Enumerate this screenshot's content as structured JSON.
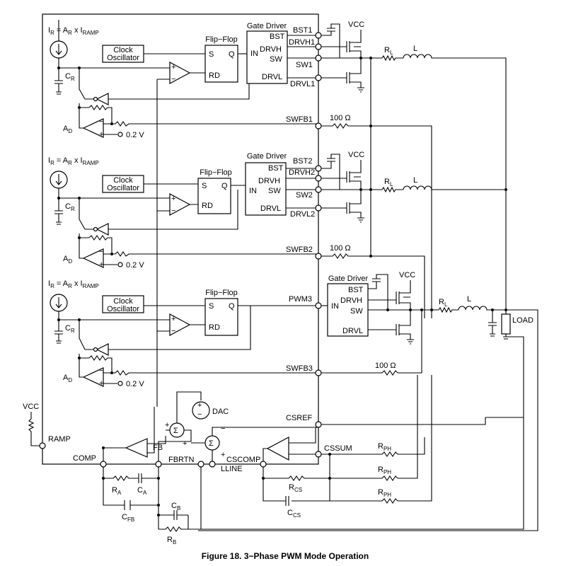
{
  "caption": "Figure 18. 3−Phase PWM Mode Operation",
  "phases": [
    {
      "iref_label": "I",
      "iref_sub": "R",
      "iref_eq": " = A",
      "iref_eq_sub": "R",
      "iref_eq_tail": " x I",
      "iref_eq_tail_sub": "RAMP",
      "clock_line1": "Clock",
      "clock_line2": "Oscillator",
      "flipflop_title": "Flip−Flop",
      "ff_s": "S",
      "ff_q": "Q",
      "ff_rd": "RD",
      "cap_label": "C",
      "cap_sub": "R",
      "amp_label": "A",
      "amp_sub": "D",
      "vref": "0.2 V",
      "gd_title": "Gate Driver",
      "gd_bst": "BST",
      "gd_drvh": "DRVH",
      "gd_sw": "SW",
      "gd_drvl": "DRVL",
      "gd_in": "IN",
      "pin_bst": "BST1",
      "pin_drvh": "DRVH1",
      "pin_sw": "SW1",
      "pin_drvl": "DRVL1",
      "pin_swfb": "SWFB1",
      "vcc": "VCC",
      "rl": "R",
      "rl_sub": "L",
      "l": "L",
      "res_swfb": "100 Ω"
    },
    {
      "iref_label": "I",
      "iref_sub": "R",
      "iref_eq": " = A",
      "iref_eq_sub": "R",
      "iref_eq_tail": " x I",
      "iref_eq_tail_sub": "RAMP",
      "clock_line1": "Clock",
      "clock_line2": "Oscillator",
      "flipflop_title": "Flip−Flop",
      "ff_s": "S",
      "ff_q": "Q",
      "ff_rd": "RD",
      "cap_label": "C",
      "cap_sub": "R",
      "amp_label": "A",
      "amp_sub": "D",
      "vref": "0.2 V",
      "gd_title": "Gate Driver",
      "gd_bst": "BST",
      "gd_drvh": "DRVH",
      "gd_sw": "SW",
      "gd_drvl": "DRVL",
      "gd_in": "IN",
      "pin_bst": "BST2",
      "pin_drvh": "DRVH2",
      "pin_sw": "SW2",
      "pin_drvl": "DRVL2",
      "pin_swfb": "SWFB2",
      "vcc": "VCC",
      "rl": "R",
      "rl_sub": "L",
      "l": "L",
      "res_swfb": "100 Ω"
    },
    {
      "iref_label": "I",
      "iref_sub": "R",
      "iref_eq": " = A",
      "iref_eq_sub": "R",
      "iref_eq_tail": " x I",
      "iref_eq_tail_sub": "RAMP",
      "clock_line1": "Clock",
      "clock_line2": "Oscillator",
      "flipflop_title": "Flip−Flop",
      "ff_s": "S",
      "ff_q": "Q",
      "ff_rd": "RD",
      "cap_label": "C",
      "cap_sub": "R",
      "amp_label": "A",
      "amp_sub": "D",
      "vref": "0.2 V",
      "gd_title": "Gate Driver",
      "gd_bst": "BST",
      "gd_drvh": "DRVH",
      "gd_sw": "SW",
      "gd_drvl": "DRVL",
      "gd_in": "IN",
      "pin_pwm": "PWM3",
      "pin_swfb": "SWFB3",
      "vcc": "VCC",
      "rl": "R",
      "rl_sub": "L",
      "l": "L",
      "res_swfb": "100 Ω",
      "load": "LOAD"
    }
  ],
  "bottom": {
    "vcc": "VCC",
    "ramp": "RAMP",
    "comp": "COMP",
    "fb": "FB",
    "fbrtn": "FBRTN",
    "dac": "DAC",
    "sigma": "Σ",
    "csref": "CSREF",
    "csscomp": "CSCOMP",
    "cssum": "CSSUM",
    "lline": "LLINE",
    "ra": "R",
    "ra_sub": "A",
    "ca": "C",
    "ca_sub": "A",
    "cfb": "C",
    "cfb_sub": "FB",
    "cb": "C",
    "cb_sub": "B",
    "rb": "R",
    "rb_sub": "B",
    "rcs": "R",
    "rcs_sub": "CS",
    "ccs": "C",
    "ccs_sub": "CS",
    "rph": "R",
    "rph_sub": "PH",
    "plus": "+",
    "minus": "−"
  }
}
